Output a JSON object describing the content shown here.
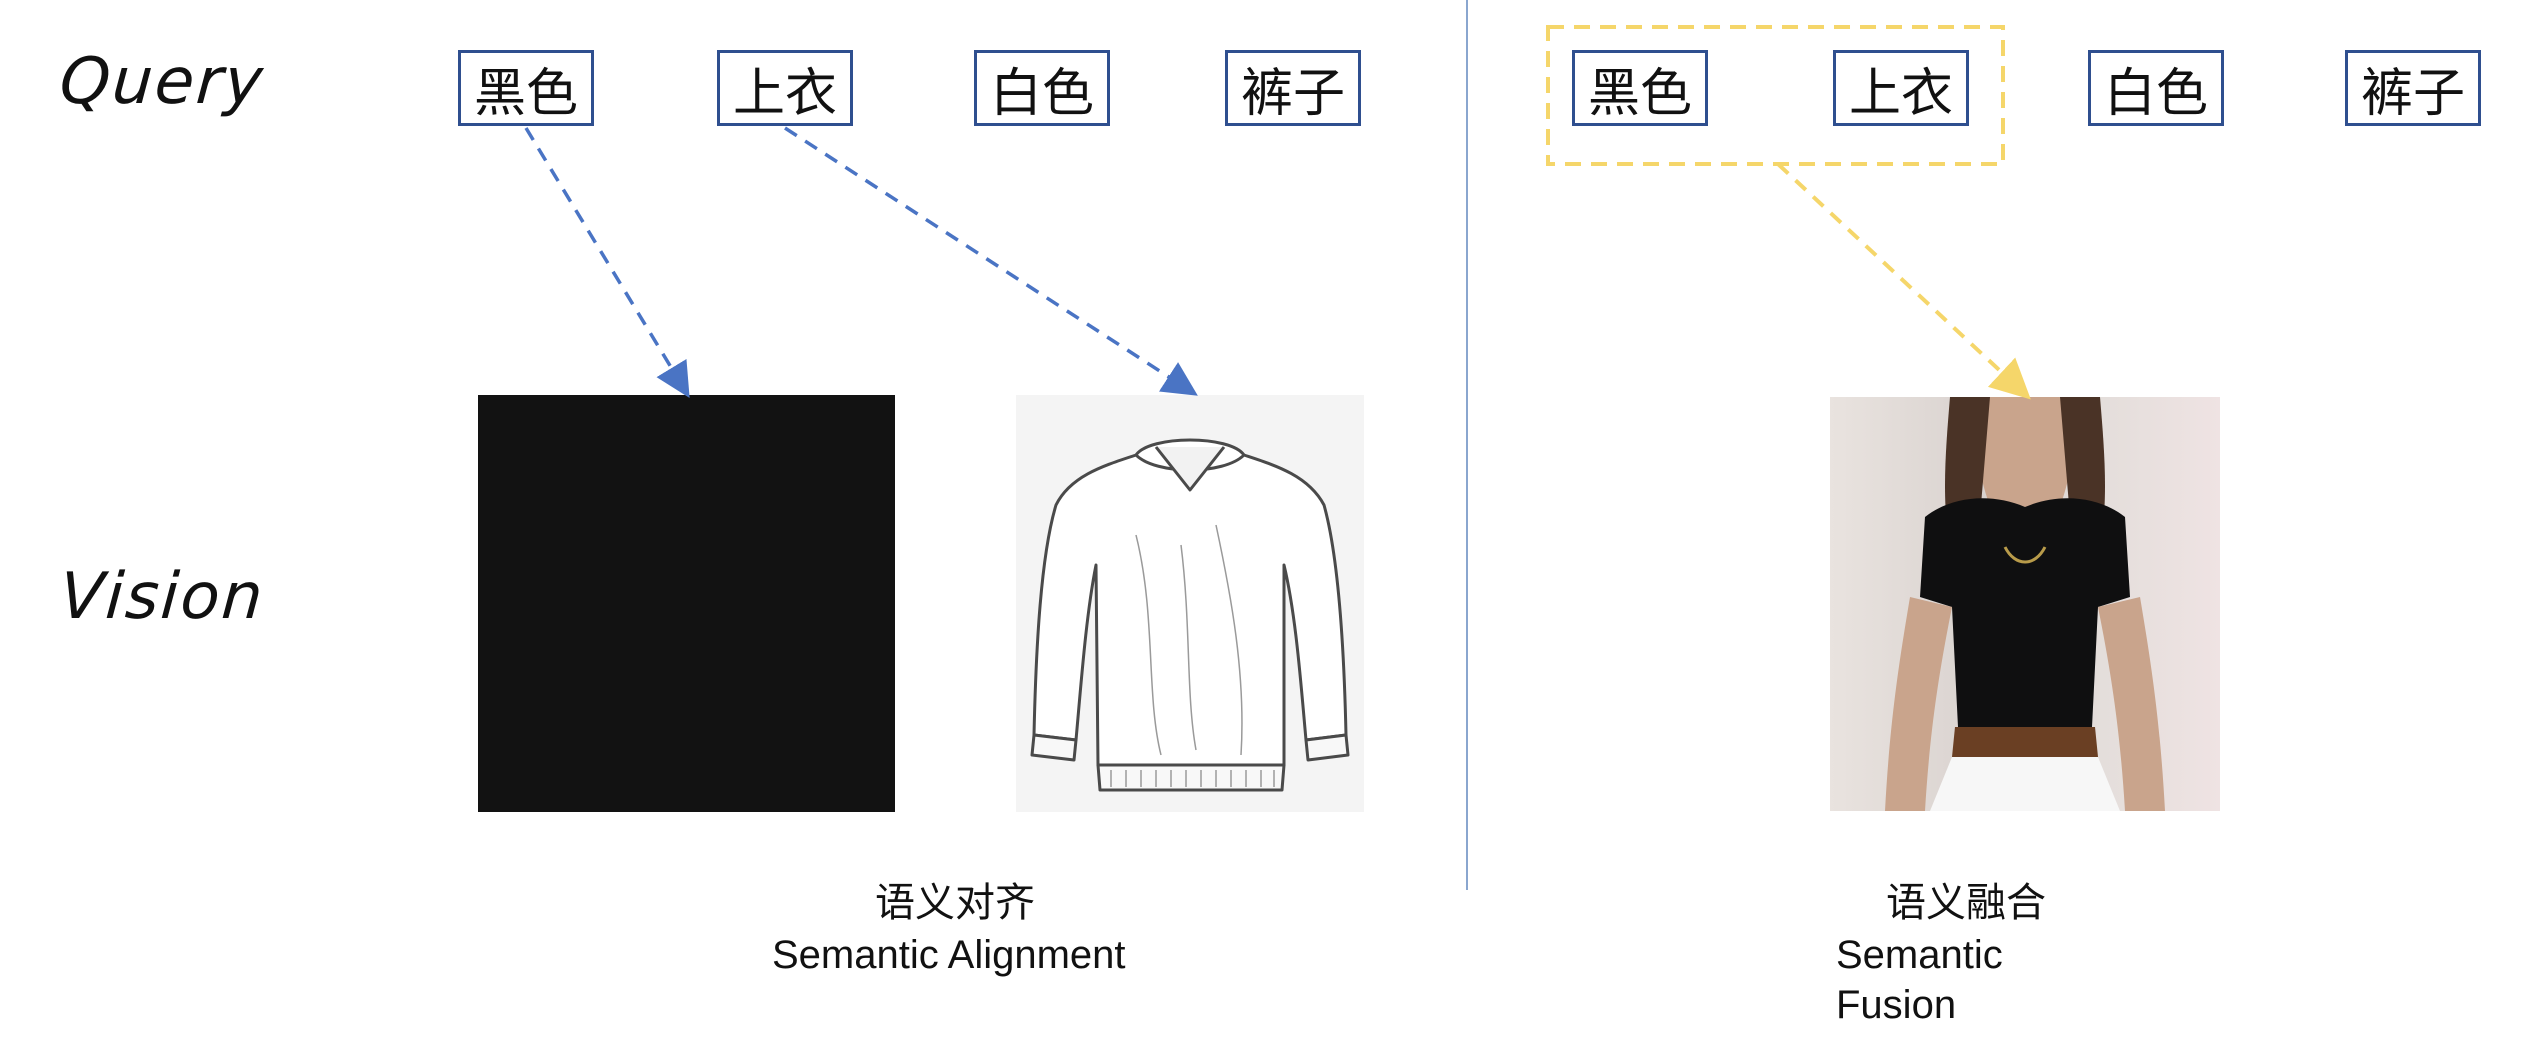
{
  "row_labels": {
    "query": "Query",
    "vision": "Vision"
  },
  "left_panel": {
    "tokens": [
      "黑色",
      "上衣",
      "白色",
      "裤子"
    ],
    "caption_zh": "语义对齐",
    "caption_en": "Semantic Alignment",
    "images": [
      {
        "content": "black color swatch"
      },
      {
        "content": "line drawing of a pullover sweater"
      }
    ],
    "arrow_color": "#4a74c4"
  },
  "right_panel": {
    "tokens": [
      "黑色",
      "上衣",
      "白色",
      "裤子"
    ],
    "caption_zh": "语义融合",
    "caption_en_line1": "Semantic",
    "caption_en_line2": "Fusion",
    "images": [
      {
        "content": "photo of a woman wearing a black top and white pants"
      }
    ],
    "group_highlight_color": "#f5d66a",
    "arrow_color": "#f5d66a"
  },
  "colors": {
    "token_border": "#2f4f8f",
    "divider": "#8aa6cf"
  }
}
